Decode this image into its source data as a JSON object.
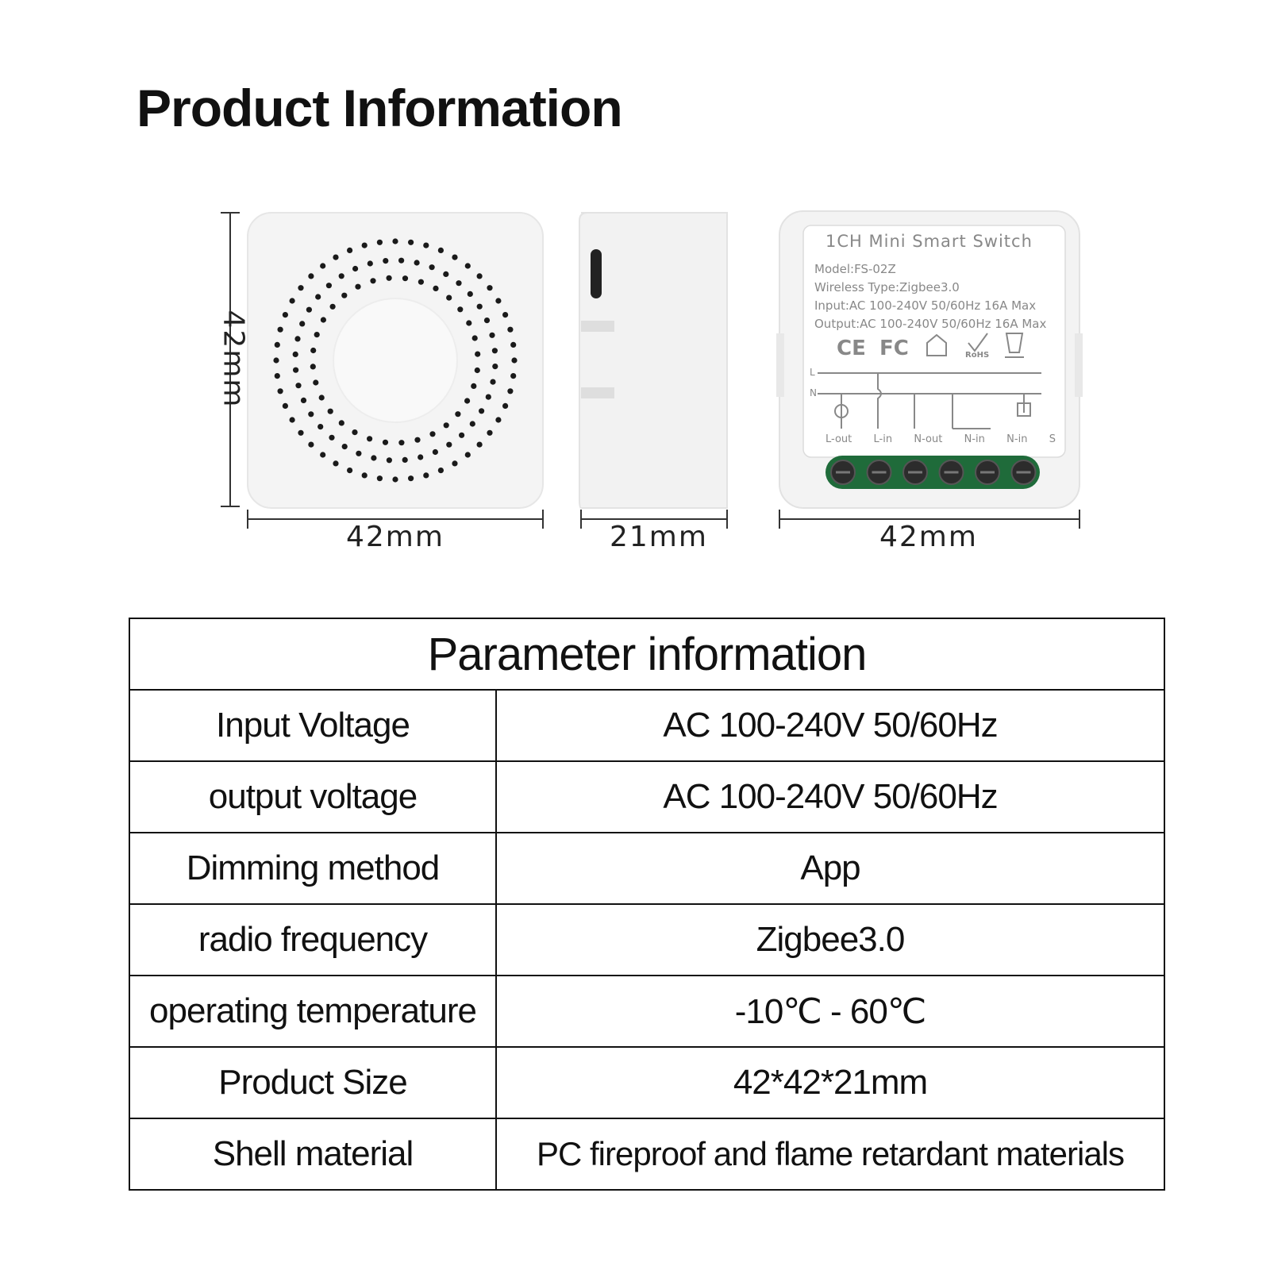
{
  "header": {
    "title": "Product Information"
  },
  "product_views": {
    "front": {
      "height_label": "42mm",
      "width_label": "42mm"
    },
    "side": {
      "depth_label": "21mm"
    },
    "back": {
      "width_label": "42mm",
      "label_title": "1CH Mini Smart Switch",
      "label_lines": [
        "Model:FS-02Z",
        "Wireless Type:Zigbee3.0",
        "Input:AC 100-240V 50/60Hz 16A Max",
        "Output:AC 100-240V 50/60Hz 16A Max"
      ],
      "certifications": [
        "CE",
        "FC",
        "RoHS"
      ],
      "wire_lines": [
        "L",
        "N"
      ],
      "terminals": [
        "L-out",
        "L-in",
        "N-out",
        "N-in",
        "N-in",
        "S"
      ]
    }
  },
  "parameters": {
    "title": "Parameter information",
    "rows": [
      {
        "label": "Input Voltage",
        "value": "AC 100-240V  50/60Hz"
      },
      {
        "label": "output voltage",
        "value": "AC 100-240V  50/60Hz"
      },
      {
        "label": "Dimming method",
        "value": "App"
      },
      {
        "label": "radio frequency",
        "value": "Zigbee3.0"
      },
      {
        "label": "operating temperature",
        "value": "-10℃ - 60℃"
      },
      {
        "label": "Product Size",
        "value": "42*42*21mm"
      },
      {
        "label": "Shell material",
        "value": "PC fireproof and flame retardant materials"
      }
    ]
  }
}
